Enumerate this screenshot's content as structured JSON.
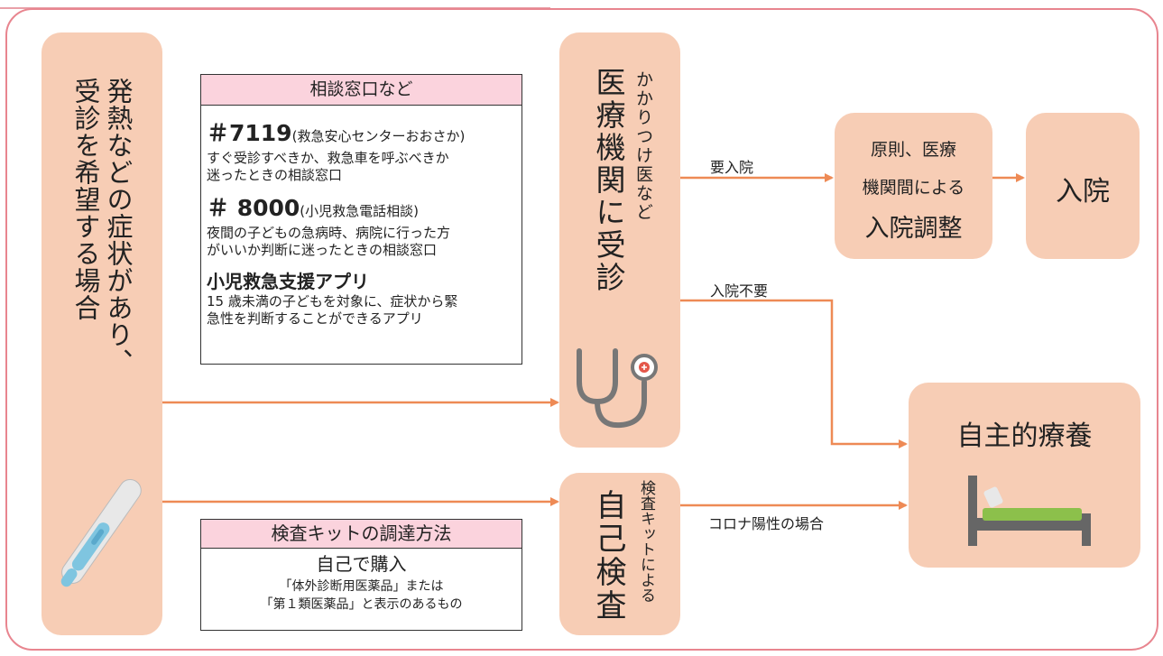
{
  "symptom_box": {
    "line1": "発熱などの症状があり、",
    "line2": "受診を希望する場合"
  },
  "consult_box": {
    "header": "相談窓口など",
    "item1": {
      "number": "＃7119",
      "sub": "(救急安心センターおおさか)",
      "desc1": "すぐ受診すべきか、救急車を呼ぶべきか",
      "desc2": "迷ったときの相談窓口"
    },
    "item2": {
      "number": "＃ 8000",
      "sub": "(小児救急電話相談)",
      "desc1": "夜間の子どもの急病時、病院に行った方",
      "desc2": "がいいか判断に迷ったときの相談窓口"
    },
    "item3": {
      "title": "小児救急支援アプリ",
      "desc1": "15 歳未満の子どもを対象に、症状から緊",
      "desc2": "急性を判断することができるアプリ"
    }
  },
  "clinic_box": {
    "title": "医療機関に受診",
    "subtitle": "かかりつけ医など"
  },
  "selftest_box": {
    "title": "自己検査",
    "subtitle": "検査キットによる"
  },
  "kit_box": {
    "header": "検査キットの調達方法",
    "main": "自己で購入",
    "note1": "「体外診断用医薬品」または",
    "note2": "「第１類医薬品」と表示のあるもの"
  },
  "adjust_box": {
    "line1": "原則、医療",
    "line2": "機関間による",
    "line3": "入院調整"
  },
  "admission_box": {
    "label": "入院"
  },
  "homecare_box": {
    "label": "自主的療養"
  },
  "arrow_labels": {
    "need_admission": "要入院",
    "no_admission": "入院不要",
    "covid_positive": "コロナ陽性の場合"
  },
  "colors": {
    "box_fill": "#f7cdb5",
    "arrow": "#ee8a55",
    "frame": "#e8858f",
    "header_pink": "#fbd3dd"
  },
  "icons": [
    "thermometer-icon",
    "stethoscope-icon",
    "bed-icon"
  ]
}
